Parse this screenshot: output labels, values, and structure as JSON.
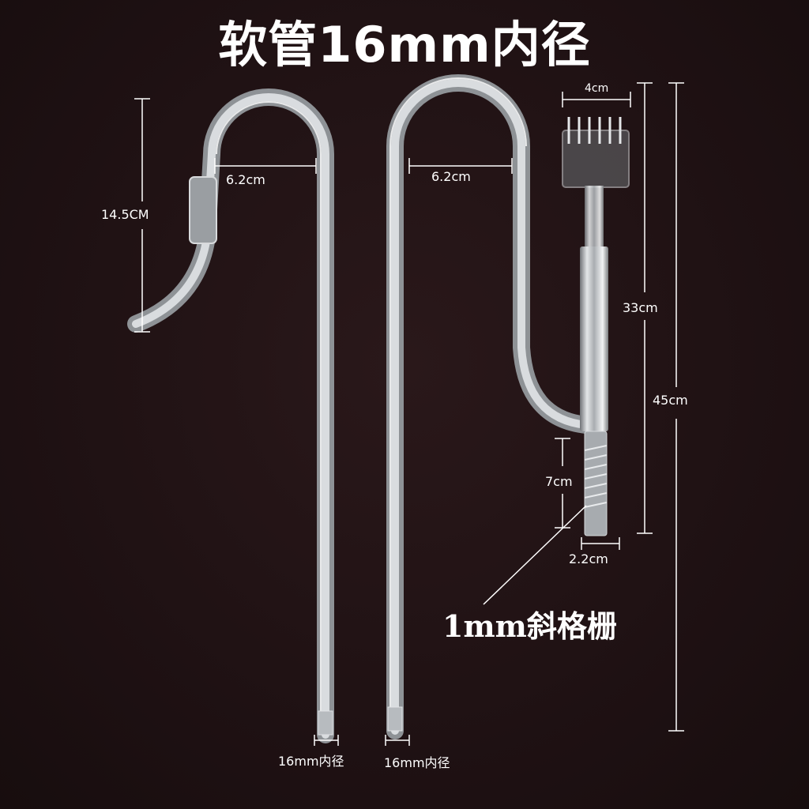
{
  "title": "软管16mm内径",
  "labels": {
    "left_height": "14.5CM",
    "left_width": "6.2cm",
    "middle_width": "6.2cm",
    "top_diameter": "4cm",
    "upper_length": "33cm",
    "total_length": "45cm",
    "lower_length": "7cm",
    "bottom_diameter": "2.2cm",
    "left_bottom_inner": "16mm内径",
    "middle_bottom_inner": "16mm内径",
    "grille": "1mm斜格栅"
  },
  "colors": {
    "background": "#1f1113",
    "text": "#ffffff",
    "glass": "#c9ccd0"
  }
}
